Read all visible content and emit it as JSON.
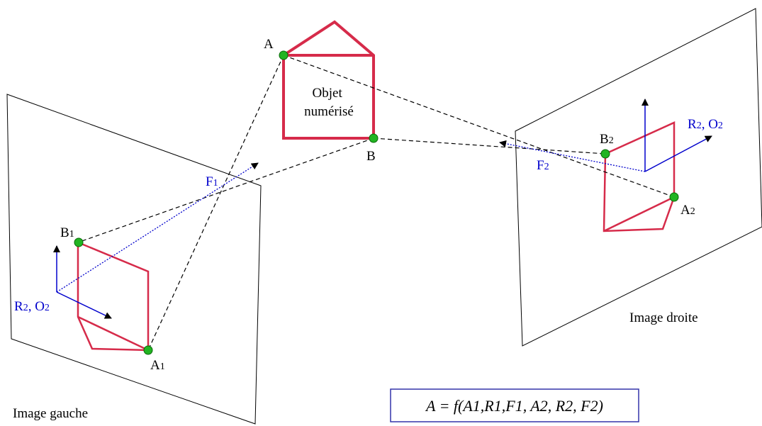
{
  "labels": {
    "object_line1": "Objet",
    "object_line2": "numérisé",
    "point_a": "A",
    "point_b": "B",
    "point_a1": "A",
    "point_a1_sub": "1",
    "point_b1": "B",
    "point_b1_sub": "1",
    "point_a2": "A",
    "point_a2_sub": "2",
    "point_b2": "B",
    "point_b2_sub": "2",
    "focal_left": "F",
    "focal_left_sub": "1",
    "focal_right": "F",
    "focal_right_sub": "2",
    "frame_left_a": "R",
    "frame_left_a_sub": "2",
    "frame_left_b": ", O",
    "frame_left_b_sub": "2",
    "frame_right_a": "R",
    "frame_right_a_sub": "2",
    "frame_right_b": ", O",
    "frame_right_b_sub": "2",
    "image_left": "Image gauche",
    "image_right": "Image droite",
    "formula": "A = f(A1,R1,F1, A2, R2, F2)"
  },
  "colors": {
    "object": "#d62b4a",
    "point_fill": "#22b422",
    "point_stroke": "#0a6a0a",
    "axis_blue": "#0000cc",
    "ray": "#000000",
    "formula_border": "#3333aa"
  }
}
